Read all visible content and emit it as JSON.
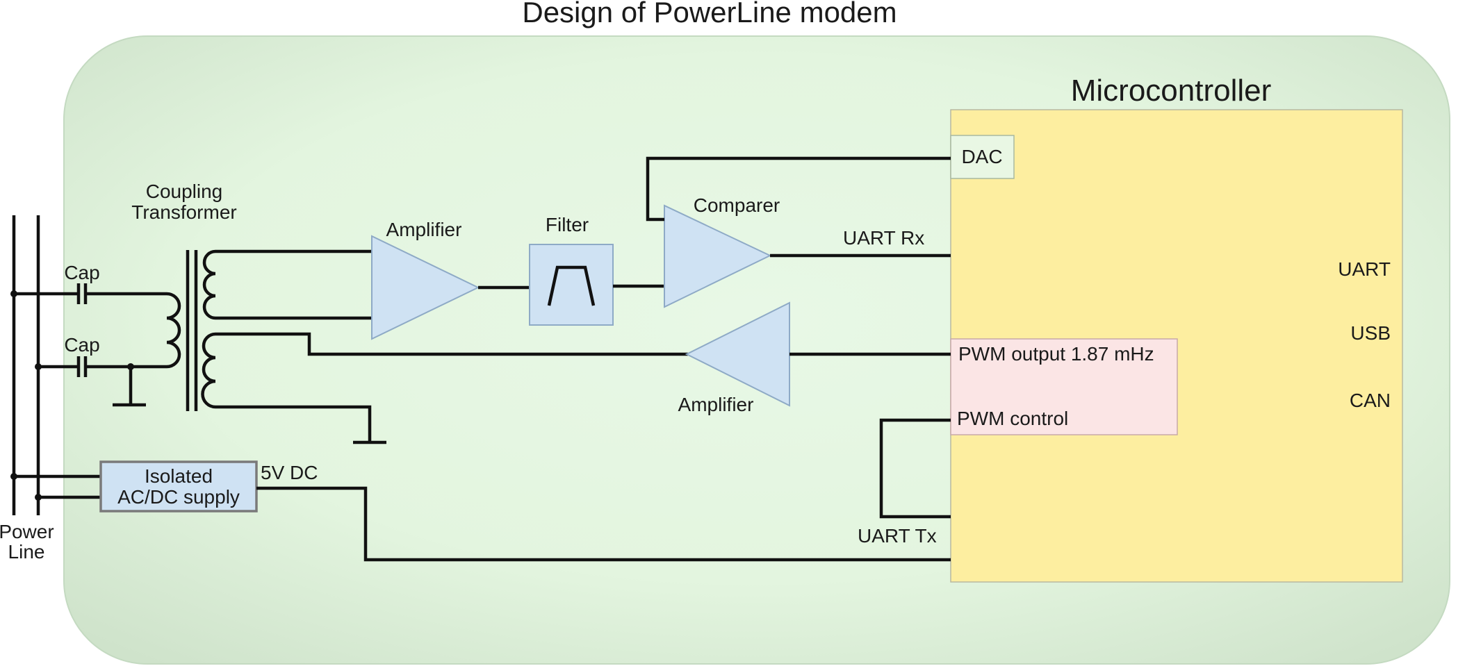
{
  "diagram": {
    "title": "Design of PowerLine modem",
    "microcontroller": {
      "title": "Microcontroller",
      "dac": "DAC",
      "pwm_output": "PWM output 1.87 mHz",
      "pwm_control": "PWM control",
      "interfaces": [
        "UART",
        "USB",
        "CAN"
      ]
    },
    "labels": {
      "coupling_line1": "Coupling",
      "coupling_line2": "Transformer",
      "amplifier_rx": "Amplifier",
      "filter": "Filter",
      "comparer": "Comparer",
      "amplifier_tx": "Amplifier",
      "uart_rx": "UART Rx",
      "uart_tx": "UART Tx",
      "cap_top": "Cap",
      "cap_bottom": "Cap",
      "supply_line1": "Isolated",
      "supply_line2": "AC/DC supply",
      "supply_out": "5V DC",
      "power_line1": "Power",
      "power_line2": "Line"
    },
    "colors": {
      "background_panel": "#e6f6e2",
      "microcontroller": "#fdeea0",
      "component": "#cfe2f3",
      "pwm_block": "#fbe5e5",
      "dac_block": "#e9f7e4"
    }
  }
}
